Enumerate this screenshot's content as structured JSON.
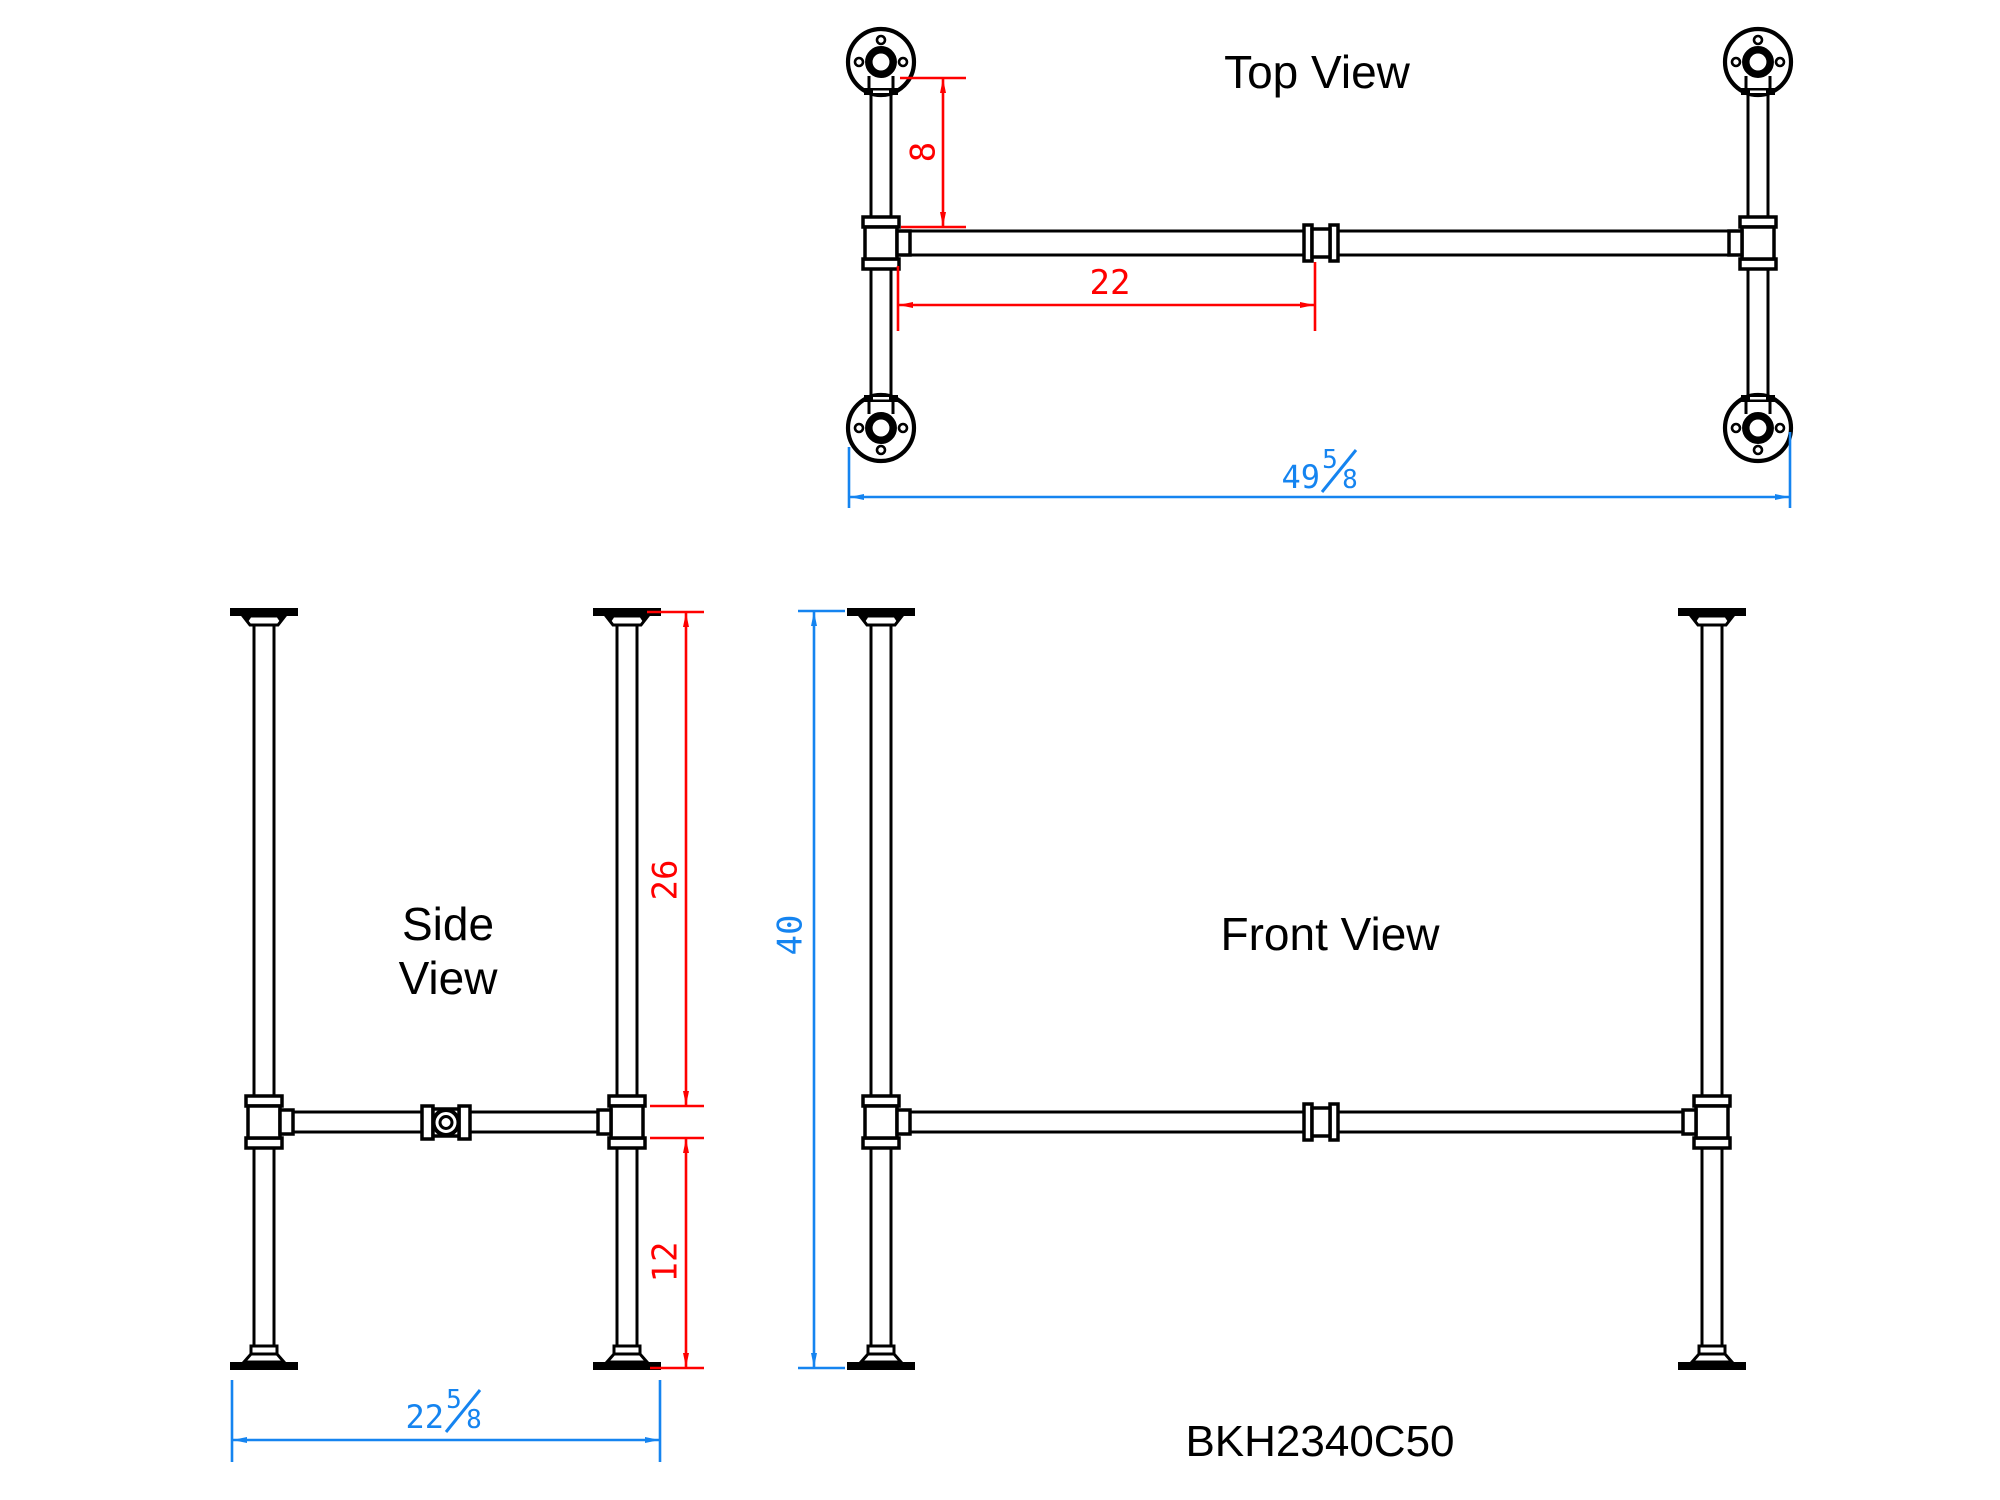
{
  "drawing": {
    "part_number": "BKH2340C50",
    "views": {
      "top": {
        "title": "Top View"
      },
      "side": {
        "title_line1": "Side",
        "title_line2": "View"
      },
      "front": {
        "title": "Front View"
      }
    },
    "dimensions": {
      "top_leg_inset": "8",
      "top_rail_segment": "22",
      "top_overall_width_whole": "49",
      "top_overall_width_num": "5",
      "top_overall_width_den": "8",
      "side_upper_height": "26",
      "side_lower_height": "12",
      "side_depth_whole": "22",
      "side_depth_num": "5",
      "side_depth_den": "8",
      "front_height": "40"
    },
    "colors": {
      "dimension_primary": "#ff0000",
      "dimension_secondary": "#1584f0",
      "line": "#000000",
      "background": "#ffffff"
    }
  }
}
